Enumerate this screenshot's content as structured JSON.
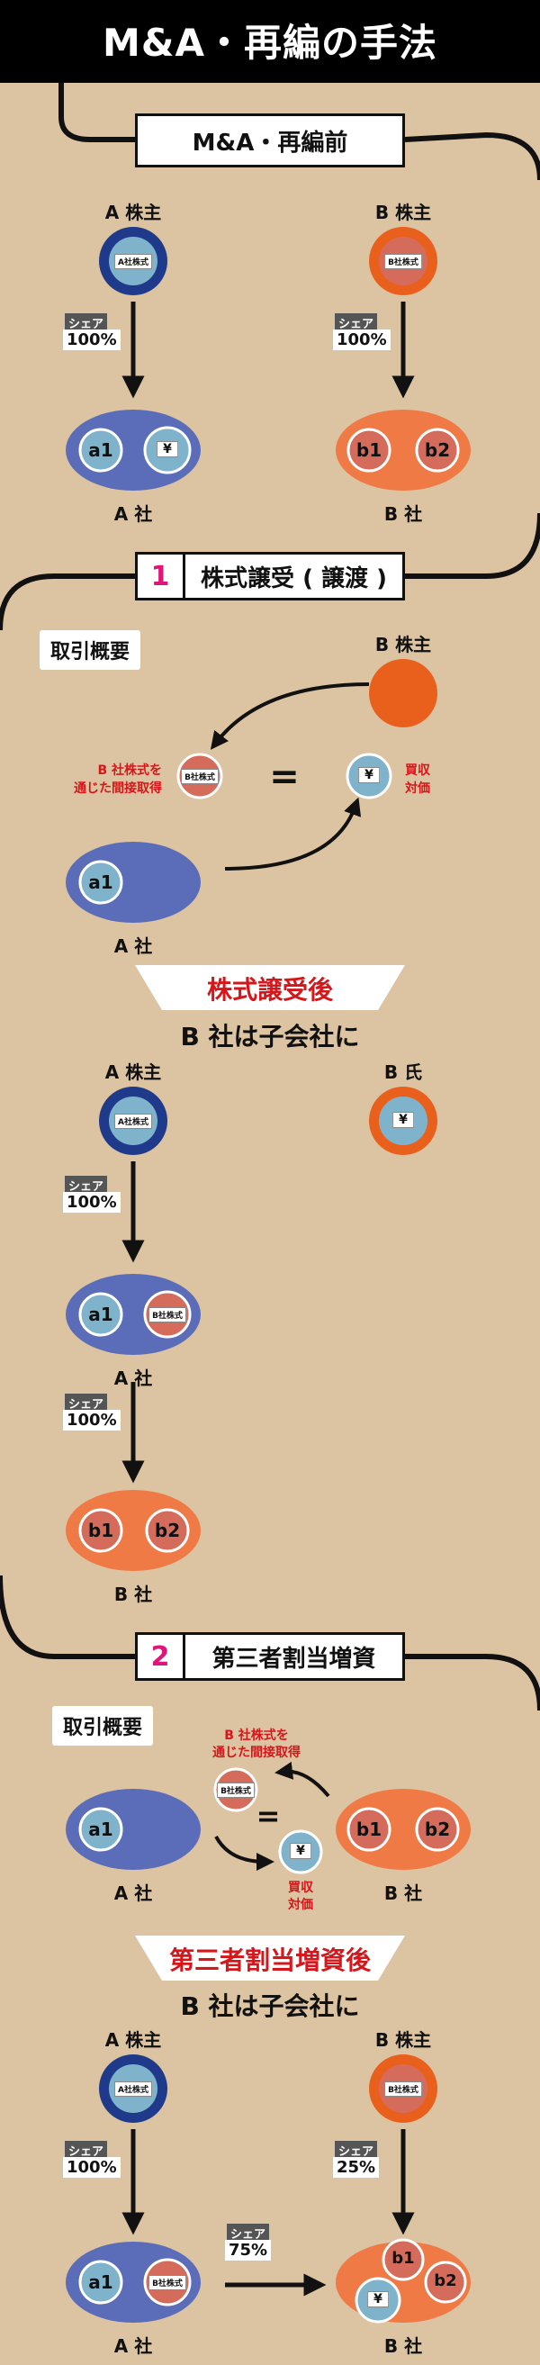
{
  "title": "M&A・再編の手法",
  "before": {
    "label": "M&A・再編前",
    "a_holder": "A 株主",
    "b_holder": "B 株主",
    "share_label": "シェア",
    "share_a": "100%",
    "share_b": "100%",
    "a_company": "A 社",
    "b_company": "B 社",
    "a1": "a1",
    "b1": "b1",
    "b2": "b2",
    "a_stock": "A社株式",
    "b_stock": "B社株式",
    "yen": "¥"
  },
  "sec1": {
    "num": "1",
    "label": "株式譲受 ( 譲渡 )",
    "overview": "取引概要",
    "b_holder": "B 株主",
    "indirect_1": "B 社株式を",
    "indirect_2": "通じた間接取得",
    "equals": "=",
    "consideration_1": "買収",
    "consideration_2": "対価",
    "a1": "a1",
    "a_company": "A 社",
    "b_stock": "B社株式",
    "yen": "¥"
  },
  "after1": {
    "banner": "株式譲受後",
    "subtitle": "B 社は子会社に",
    "a_holder": "A 株主",
    "b_person": "B 氏",
    "share_label": "シェア",
    "share_1": "100%",
    "share_2": "100%",
    "a1": "a1",
    "b1": "b1",
    "b2": "b2",
    "a_company": "A 社",
    "b_company": "B 社",
    "a_stock": "A社株式",
    "b_stock": "B社株式",
    "yen": "¥"
  },
  "sec2": {
    "num": "2",
    "label": "第三者割当増資",
    "overview": "取引概要",
    "indirect_1": "B 社株式を",
    "indirect_2": "通じた間接取得",
    "equals": "=",
    "consideration_1": "買収",
    "consideration_2": "対価",
    "a1": "a1",
    "b1": "b1",
    "b2": "b2",
    "a_company": "A 社",
    "b_company": "B 社",
    "b_stock": "B社株式",
    "yen": "¥"
  },
  "after2": {
    "banner": "第三者割当増資後",
    "subtitle": "B 社は子会社に",
    "a_holder": "A 株主",
    "b_holder": "B 株主",
    "share_label": "シェア",
    "share_a": "100%",
    "share_b": "25%",
    "share_c": "75%",
    "a1": "a1",
    "b1": "b1",
    "b2": "b2",
    "a_company": "A 社",
    "b_company": "B 社",
    "a_stock": "A社株式",
    "b_stock": "B社株式",
    "yen": "¥"
  },
  "colors": {
    "background": "#dcc3a1",
    "a_blue": "#5b6db8",
    "a_dark_blue": "#1f3a8a",
    "b_orange": "#f07a45",
    "b_deep_orange": "#e9601c",
    "sub_blue": "#7fb3cc",
    "sub_red": "#d56b5a",
    "accent_red": "#d6161b",
    "accent_magenta": "#e0157a"
  }
}
